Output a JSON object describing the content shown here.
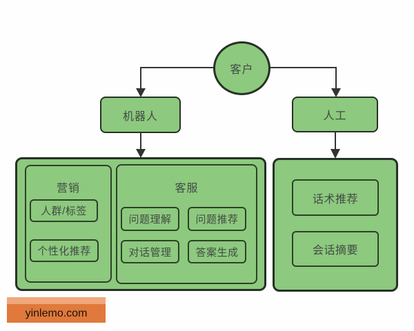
{
  "diagram": {
    "customer_label": "客户",
    "robot_label": "机器人",
    "human_label": "人工",
    "marketing": {
      "title": "营销",
      "items": [
        "人群/标签",
        "个性化推荐"
      ]
    },
    "service": {
      "title": "客服",
      "items": [
        "问题理解",
        "问题推荐",
        "对话管理",
        "答案生成"
      ]
    },
    "human_panel": {
      "items": [
        "话术推荐",
        "会话摘要"
      ]
    },
    "colors": {
      "node_fill": "#8dc97e",
      "node_border": "#263126",
      "inner_border": "#2c4228",
      "connector": "#333333",
      "text": "#414b44",
      "watermark_bg": "#e0793b",
      "watermark_strip": "#efa87c"
    }
  },
  "watermark": {
    "text": "yinlemo.com"
  }
}
